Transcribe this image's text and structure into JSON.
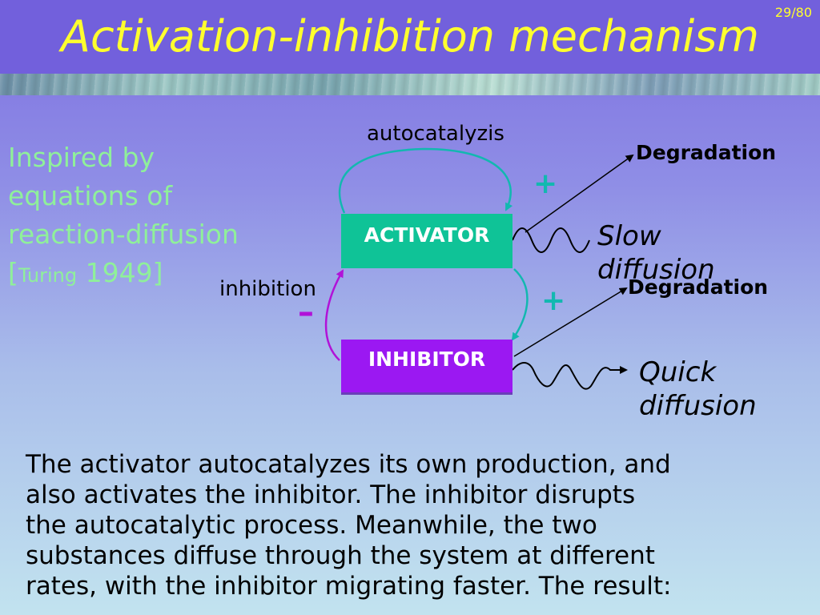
{
  "slide": {
    "title": "Activation-inhibition mechanism",
    "page": "29/80"
  },
  "inspired": {
    "line1": "Inspired by",
    "line2": "equations of",
    "line3": "reaction-diffusion",
    "bracket_open": "[",
    "cite_name": "Turing",
    "cite_year": " 1949]"
  },
  "diagram": {
    "activator": "ACTIVATOR",
    "inhibitor": "INHIBITOR",
    "autocatalysis": "autocatalyzis",
    "inhibition": "inhibition",
    "plus_top": "+",
    "plus_bottom": "+",
    "minus": "–",
    "degradation_top": "Degradation",
    "degradation_bottom": "Degradation",
    "slow_diffusion": "Slow diffusion",
    "quick_diffusion": "Quick diffusion",
    "colors": {
      "activator": "#0fc397",
      "inhibitor": "#9b18f2",
      "activation_arrow": "#12b8b0",
      "inhibition_arrow": "#b112d8"
    }
  },
  "paragraph": "The activator autocatalyzes its own production, and\nalso activates the inhibitor. The inhibitor disrupts\nthe autocatalytic process. Meanwhile, the two\nsubstances diffuse through the system at different\nrates, with the inhibitor migrating faster. The result:"
}
